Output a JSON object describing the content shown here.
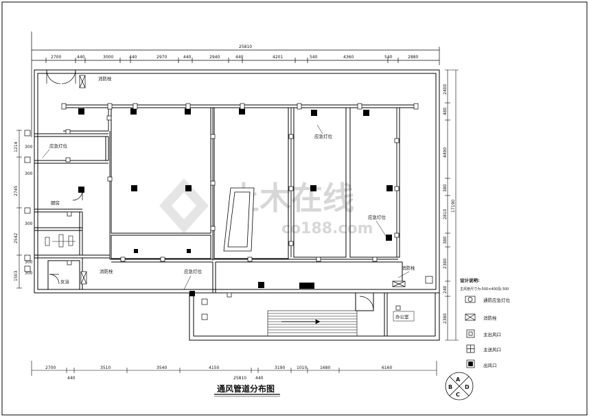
{
  "title": "通风管道分布图",
  "top_dims": {
    "total": "25810",
    "segments": [
      "2700",
      "440",
      "3000",
      "440",
      "2970",
      "440",
      "2940",
      "440",
      "4201",
      "540",
      "4360",
      "540",
      "2880"
    ]
  },
  "bottom_dims": {
    "total": "25810",
    "segments": [
      "2700",
      "440",
      "3510",
      "3540",
      "4150",
      "440",
      "3190",
      "1010",
      "1680",
      "6160"
    ]
  },
  "right_dims": [
    "2400",
    "480",
    "4490",
    "17190",
    "380",
    "2810",
    "380",
    "2380",
    "240",
    "2380"
  ],
  "left_dims": [
    "1214",
    "300",
    "300",
    "2745",
    "300",
    "2542",
    "300",
    "300",
    "1503"
  ],
  "rooms": {
    "kitchen": "厨房",
    "washroom": "女浴",
    "office": "办公室"
  },
  "annotations": {
    "damper": "消防栓",
    "emergency_light": "应急灯位"
  },
  "notes": {
    "heading": "设计说明:",
    "line1": "主风管尺寸为:500×400及:300"
  },
  "legend": [
    {
      "icon": "light-icon",
      "label": "通防应急灯位"
    },
    {
      "icon": "damper-icon",
      "label": "消防栓"
    },
    {
      "icon": "supply-vent-icon",
      "label": "主出风口"
    },
    {
      "icon": "return-vent-icon",
      "label": "主送风口"
    },
    {
      "icon": "exhaust-vent-icon",
      "label": "出风口"
    }
  ],
  "compass": [
    "A",
    "B",
    "C",
    "D"
  ],
  "watermark": {
    "main": "土木在线",
    "sub": "co188.com"
  }
}
